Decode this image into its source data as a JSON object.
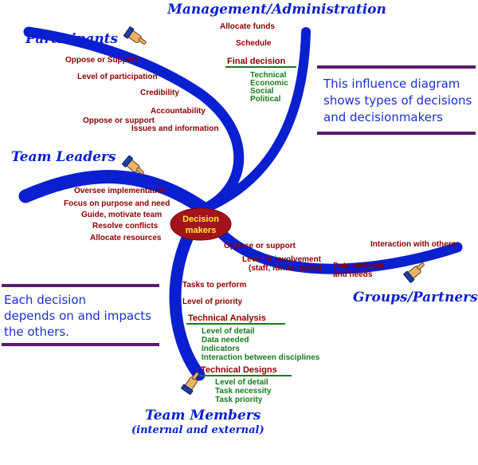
{
  "groups": {
    "management": "Management/Administration",
    "participants": "Participants",
    "team_leaders": "Team Leaders",
    "groups_partners": "Groups/Partners",
    "team_members": "Team Members",
    "team_members_sub": "(internal and external)"
  },
  "center": {
    "line1": "Decision",
    "line2": "makers"
  },
  "management_items": [
    "Allocate funds",
    "Schedule"
  ],
  "final_decision": {
    "header": "Final decision",
    "items": [
      "Technical",
      "Economic",
      "Social",
      "Political"
    ]
  },
  "participants_items": [
    "Oppose or Support",
    "Level of participation",
    "Credibility",
    "Accountability",
    "Oppose or support",
    "Issues and information"
  ],
  "team_leader_items": [
    "Oversee implementation",
    "Focus on purpose and need",
    "Guide, motivate team",
    "Resolve conflicts",
    "Allocate resources"
  ],
  "partner_items": {
    "oppose": "Oppose or support",
    "involvement_1": "Level of involvement",
    "involvement_2": "(staff, funds, tasks)",
    "interaction": "Interaction with others",
    "analysis_1": "Data analysis",
    "analysis_2": "and needs"
  },
  "member_items": [
    "Tasks to perform",
    "Level of priority"
  ],
  "technical_analysis": {
    "header": "Technical Analysis",
    "items": [
      "Level of detail",
      "Data needed",
      "Indicators",
      "Interaction between disciplines"
    ]
  },
  "technical_designs": {
    "header": "Technical Designs",
    "items": [
      "Level of detail",
      "Task necessity",
      "Task priority"
    ]
  },
  "callout_right": [
    "This influence diagram",
    "shows types of decisions",
    "and decisionmakers"
  ],
  "callout_left": [
    "Each decision",
    "depends on and impacts",
    "the others."
  ],
  "colors": {
    "arm": "#0a1fd0",
    "center_fill": "#a3131b",
    "center_text": "#ffeb3b",
    "box_rule": "#5b1b6e",
    "underline": "#1a7a1a"
  },
  "icons": [
    "pointing-hand-icon"
  ]
}
